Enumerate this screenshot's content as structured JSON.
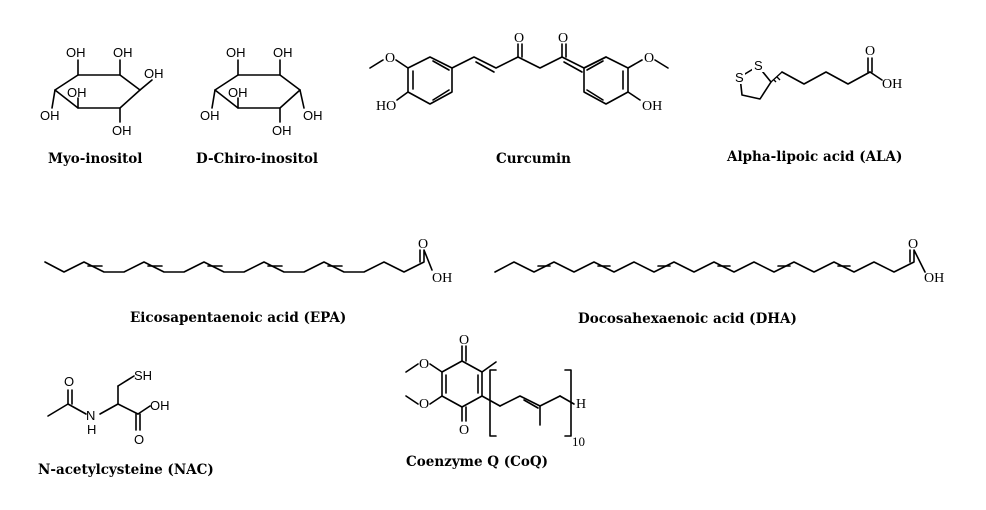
{
  "labels": {
    "myo": "Myo-inositol",
    "chiro": "D-Chiro-inositol",
    "curcumin": "Curcumin",
    "ala": "Alpha-lipoic acid (ALA)",
    "epa": "Eicosapentaenoic acid (EPA)",
    "dha": "Docosahexaenoic acid (DHA)",
    "nac": "N-acetylcysteine (NAC)",
    "coq": "Coenzyme Q (CoQ)"
  },
  "atoms": {
    "oh": "OH",
    "ho": "HO",
    "o": "O",
    "s": "S",
    "sh": "SH",
    "h": "H",
    "n_h": "H",
    "n": "N",
    "repeat_count": "10"
  }
}
